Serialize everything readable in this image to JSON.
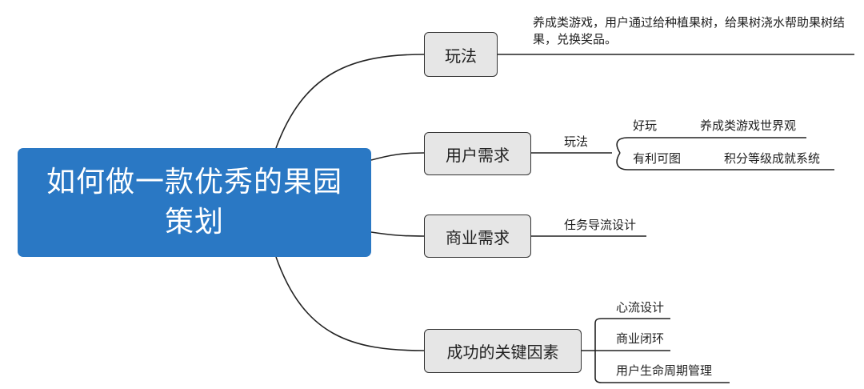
{
  "root": {
    "title": "如何做一款优秀的果园策划"
  },
  "topics": [
    {
      "label": "玩法"
    },
    {
      "label": "用户需求"
    },
    {
      "label": "商业需求"
    },
    {
      "label": "成功的关键因素"
    }
  ],
  "gameplay": {
    "description": "养成类游戏，用户通过给种植果树，给果树浇水帮助果树结果，兑换奖品。"
  },
  "user_needs": {
    "branch": "玩法",
    "items": [
      {
        "label": "好玩",
        "detail": "养成类游戏世界观"
      },
      {
        "label": "有利可图",
        "detail": "积分等级成就系统"
      }
    ]
  },
  "business_needs": {
    "items": [
      {
        "label": "任务导流设计"
      }
    ]
  },
  "success_factors": {
    "items": [
      {
        "label": "心流设计"
      },
      {
        "label": "商业闭环"
      },
      {
        "label": "用户生命周期管理"
      }
    ]
  }
}
